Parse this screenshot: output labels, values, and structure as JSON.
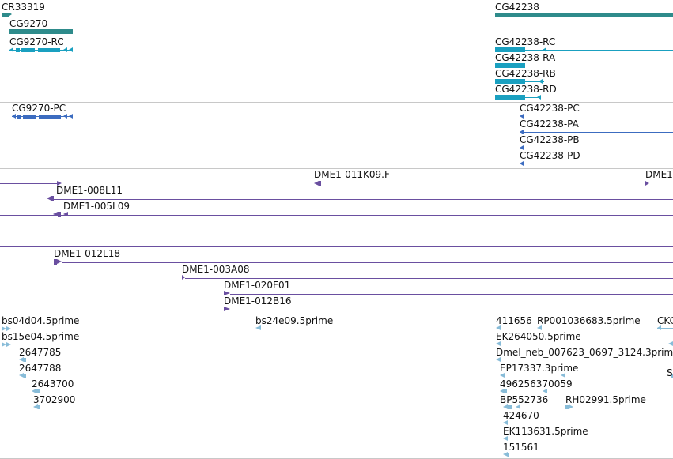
{
  "genes": [
    "CR33319",
    "CG9270",
    "CG42238"
  ],
  "transcripts_cg": [
    "CG9270-RC",
    "CG42238-RC",
    "CG42238-RA",
    "CG42238-RB",
    "CG42238-RD"
  ],
  "transcripts_pc": [
    "CG9270-PC",
    "CG42238-PC",
    "CG42238-PA",
    "CG42238-PB",
    "CG42238-PD"
  ],
  "clones": [
    "DME1-011K09.F",
    "DME1",
    "DME1-008L11",
    "DME1-005L09",
    "DME1-012L18",
    "DME1-003A08",
    "DME1-020F01",
    "DME1-012B16"
  ],
  "ests": [
    "bs04d04.5prime",
    "bs24e09.5prime",
    "411656",
    "RP001036683.5prime",
    "CKC",
    "bs15e04.5prime",
    "EK264050.5prime",
    "2647785",
    "Dmel_neb_007623_0697_3124.3prim",
    "2647788",
    "EP17337.3prime",
    "2643700",
    "496256370059",
    "3702900",
    "BP552736",
    "RH02991.5prime",
    "424670",
    "EK113631.5prime",
    "151561",
    "S"
  ],
  "colors": {
    "gene": "#2e8b8b",
    "transcript": "#1aa0c0",
    "protein": "#3c6cc0",
    "clone": "#6a4fa0",
    "est": "#88bcd8",
    "separator": "#c8c8c8"
  }
}
